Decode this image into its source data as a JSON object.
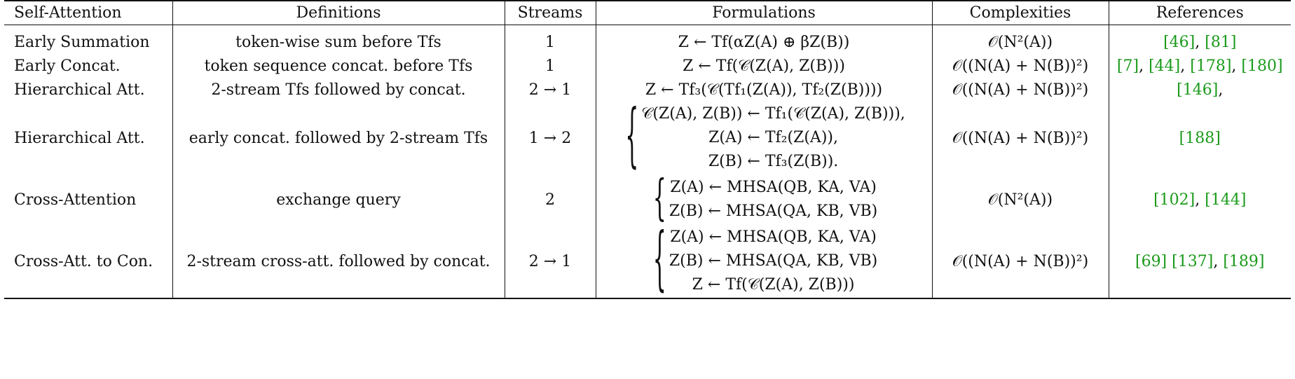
{
  "headers": [
    "Self-Attention",
    "Definitions",
    "Streams",
    "Formulations",
    "Complexities",
    "References"
  ],
  "rows": [
    {
      "name": "Early Summation",
      "definition": "token-wise sum before Tfs",
      "streams": "1",
      "formulation": [
        "Z ← Tf(αZ(A) ⊕ βZ(B))"
      ],
      "complexity": "𝒪(N²(A))",
      "references": [
        "[46]",
        "[81]"
      ]
    },
    {
      "name": "Early Concat.",
      "definition": "token sequence concat. before Tfs",
      "streams": "1",
      "formulation": [
        "Z ← Tf(𝒞(Z(A), Z(B)))"
      ],
      "complexity": "𝒪((N(A) + N(B))²)",
      "references": [
        "[7]",
        "[44]",
        "[178]",
        "[180]"
      ]
    },
    {
      "name": "Hierarchical Att.",
      "definition": "2-stream Tfs followed by concat.",
      "streams": "2 → 1",
      "formulation": [
        "Z ← Tf₃(𝒞(Tf₁(Z(A)), Tf₂(Z(B))))"
      ],
      "complexity": "𝒪((N(A) + N(B))²)",
      "references": [
        "[146]"
      ]
    },
    {
      "name": "Hierarchical Att.",
      "definition": "early concat. followed by 2-stream Tfs",
      "streams": "1 → 2",
      "formulation": [
        "𝒞(Z(A), Z(B)) ← Tf₁(𝒞(Z(A), Z(B))),",
        "Z(A) ← Tf₂(Z(A)),",
        "Z(B) ← Tf₃(Z(B))."
      ],
      "complexity": "𝒪((N(A) + N(B))²)",
      "references": [
        "[188]"
      ]
    },
    {
      "name": "Cross-Attention",
      "definition": "exchange query",
      "streams": "2",
      "formulation": [
        "Z(A) ← MHSA(QB, KA, VA)",
        "Z(B) ← MHSA(QA, KB, VB)"
      ],
      "complexity": "𝒪(N²(A))",
      "references": [
        "[102]",
        "[144]"
      ]
    },
    {
      "name": "Cross-Att. to Con.",
      "definition": "2-stream cross-att. followed by concat.",
      "streams": "2 → 1",
      "formulation": [
        "Z(A) ← MHSA(QB, KA, VA)",
        "Z(B) ← MHSA(QA, KB, VB)",
        "Z ← Tf(𝒞(Z(A), Z(B)))"
      ],
      "complexity": "𝒪((N(A) + N(B))²)",
      "references": [
        "[69]",
        "[137]",
        "[189]"
      ]
    }
  ]
}
